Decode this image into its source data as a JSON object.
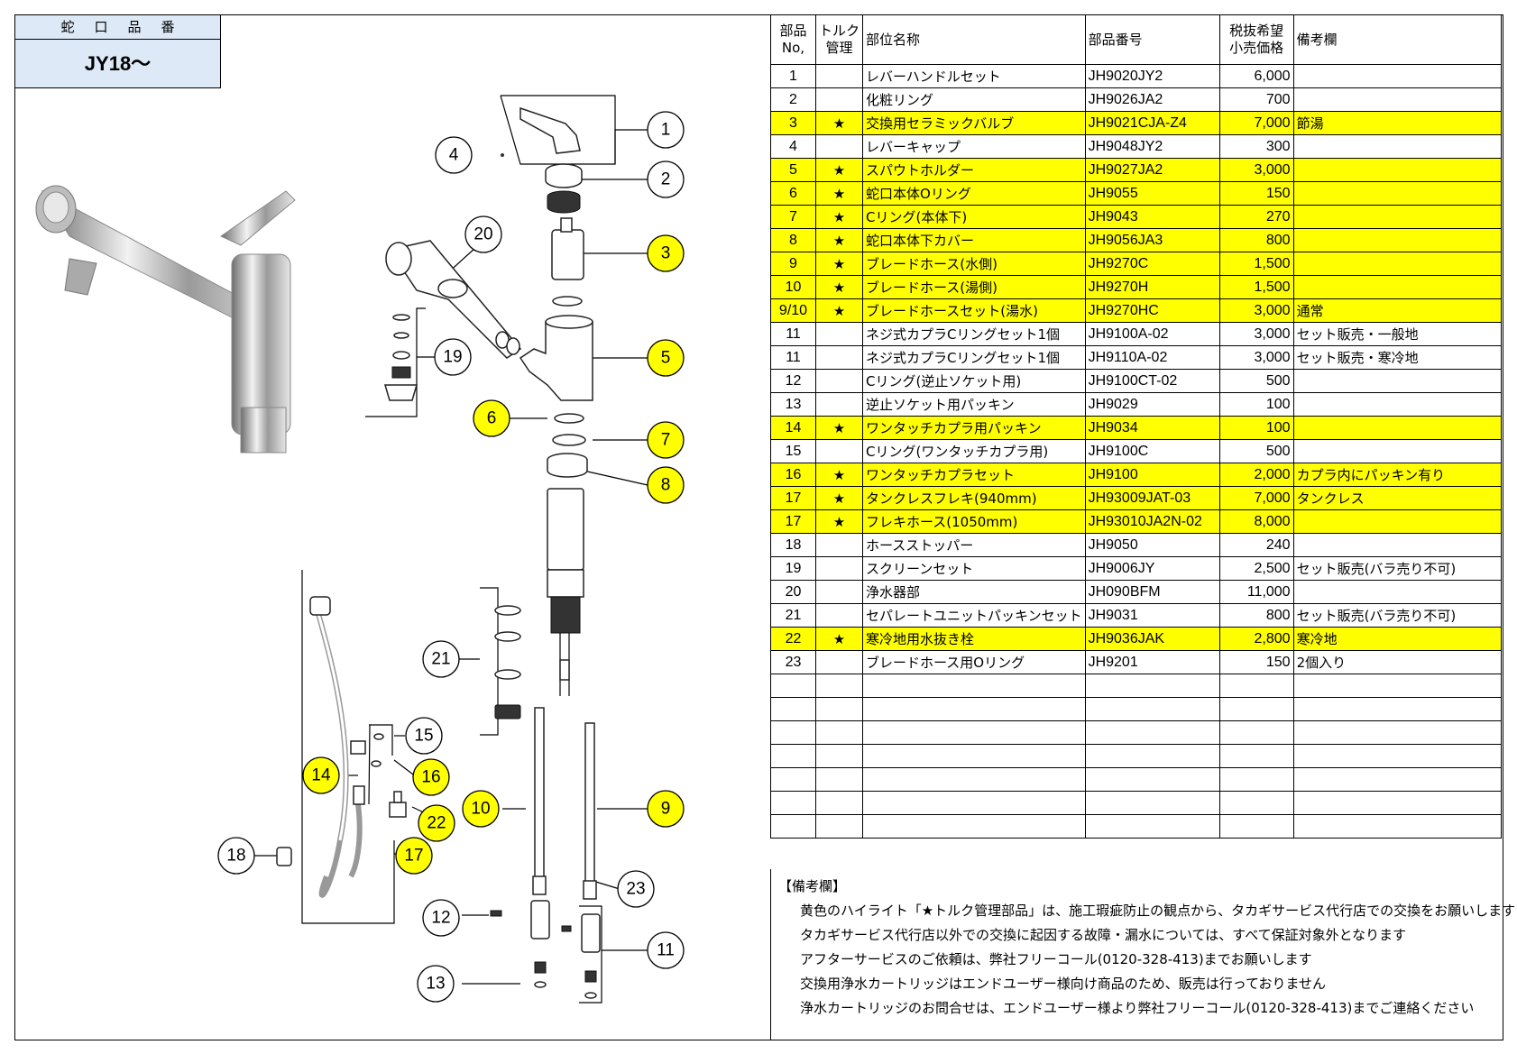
{
  "model": {
    "label": "蛇口品番",
    "value": "JY18～"
  },
  "table": {
    "headers": {
      "no": "部品No,",
      "torque": "トルク管理",
      "name": "部位名称",
      "part_number": "部品番号",
      "price": "税抜希望小売価格",
      "remarks": "備考欄"
    },
    "rows": [
      {
        "no": "1",
        "star": "",
        "name": "レバーハンドルセット",
        "pn": "JH9020JY2",
        "price": "6,000",
        "remark": "",
        "hl": false
      },
      {
        "no": "2",
        "star": "",
        "name": "化粧リング",
        "pn": "JH9026JA2",
        "price": "700",
        "remark": "",
        "hl": false
      },
      {
        "no": "3",
        "star": "★",
        "name": "交換用セラミックバルブ",
        "pn": "JH9021CJA-Z4",
        "price": "7,000",
        "remark": "節湯",
        "hl": true
      },
      {
        "no": "4",
        "star": "",
        "name": "レバーキャップ",
        "pn": "JH9048JY2",
        "price": "300",
        "remark": "",
        "hl": false
      },
      {
        "no": "5",
        "star": "★",
        "name": "スパウトホルダー",
        "pn": "JH9027JA2",
        "price": "3,000",
        "remark": "",
        "hl": true
      },
      {
        "no": "6",
        "star": "★",
        "name": "蛇口本体Oリング",
        "pn": "JH9055",
        "price": "150",
        "remark": "",
        "hl": true
      },
      {
        "no": "7",
        "star": "★",
        "name": "Cリング(本体下)",
        "pn": "JH9043",
        "price": "270",
        "remark": "",
        "hl": true
      },
      {
        "no": "8",
        "star": "★",
        "name": "蛇口本体下カバー",
        "pn": "JH9056JA3",
        "price": "800",
        "remark": "",
        "hl": true
      },
      {
        "no": "9",
        "star": "★",
        "name": "ブレードホース(水側)",
        "pn": "JH9270C",
        "price": "1,500",
        "remark": "",
        "hl": true
      },
      {
        "no": "10",
        "star": "★",
        "name": "ブレードホース(湯側)",
        "pn": "JH9270H",
        "price": "1,500",
        "remark": "",
        "hl": true
      },
      {
        "no": "9/10",
        "star": "★",
        "name": "ブレードホースセット(湯水)",
        "pn": "JH9270HC",
        "price": "3,000",
        "remark": "通常",
        "hl": true
      },
      {
        "no": "11",
        "star": "",
        "name": "ネジ式カプラCリングセット1個",
        "pn": "JH9100A-02",
        "price": "3,000",
        "remark": "セット販売・一般地",
        "hl": false
      },
      {
        "no": "11",
        "star": "",
        "name": "ネジ式カプラCリングセット1個",
        "pn": "JH9110A-02",
        "price": "3,000",
        "remark": "セット販売・寒冷地",
        "hl": false
      },
      {
        "no": "12",
        "star": "",
        "name": "Cリング(逆止ソケット用)",
        "pn": "JH9100CT-02",
        "price": "500",
        "remark": "",
        "hl": false
      },
      {
        "no": "13",
        "star": "",
        "name": "逆止ソケット用パッキン",
        "pn": "JH9029",
        "price": "100",
        "remark": "",
        "hl": false
      },
      {
        "no": "14",
        "star": "★",
        "name": "ワンタッチカプラ用パッキン",
        "pn": "JH9034",
        "price": "100",
        "remark": "",
        "hl": true
      },
      {
        "no": "15",
        "star": "",
        "name": "Cリング(ワンタッチカプラ用)",
        "pn": "JH9100C",
        "price": "500",
        "remark": "",
        "hl": false
      },
      {
        "no": "16",
        "star": "★",
        "name": "ワンタッチカプラセット",
        "pn": "JH9100",
        "price": "2,000",
        "remark": "カプラ内にパッキン有り",
        "hl": true
      },
      {
        "no": "17",
        "star": "★",
        "name": "タンクレスフレキ(940mm)",
        "pn": "JH93009JAT-03",
        "price": "7,000",
        "remark": "タンクレス",
        "hl": true
      },
      {
        "no": "17",
        "star": "★",
        "name": "フレキホース(1050mm)",
        "pn": "JH93010JA2N-02",
        "price": "8,000",
        "remark": "",
        "hl": true
      },
      {
        "no": "18",
        "star": "",
        "name": "ホースストッパー",
        "pn": "JH9050",
        "price": "240",
        "remark": "",
        "hl": false
      },
      {
        "no": "19",
        "star": "",
        "name": "スクリーンセット",
        "pn": "JH9006JY",
        "price": "2,500",
        "remark": "セット販売(バラ売り不可)",
        "hl": false
      },
      {
        "no": "20",
        "star": "",
        "name": "浄水器部",
        "pn": "JH090BFM",
        "price": "11,000",
        "remark": "",
        "hl": false
      },
      {
        "no": "21",
        "star": "",
        "name": "セパレートユニットパッキンセット",
        "pn": "JH9031",
        "price": "800",
        "remark": "セット販売(バラ売り不可)",
        "hl": false
      },
      {
        "no": "22",
        "star": "★",
        "name": "寒冷地用水抜き栓",
        "pn": "JH9036JAK",
        "price": "2,800",
        "remark": "寒冷地",
        "hl": true
      },
      {
        "no": "23",
        "star": "",
        "name": "ブレードホース用Oリング",
        "pn": "JH9201",
        "price": "150",
        "remark": "2個入り",
        "hl": false
      }
    ],
    "empty_rows": 7
  },
  "notes": {
    "title": "【備考欄】",
    "lines": [
      "黄色のハイライト「★トルク管理部品」は、施工瑕疵防止の観点から、タカギサービス代行店での交換をお願いします",
      "タカギサービス代行店以外での交換に起因する故障・漏水については、すべて保証対象外となります",
      "アフターサービスのご依頼は、弊社フリーコール(0120-328-413)までお願いします",
      "交換用浄水カートリッジはエンドユーザー様向け商品のため、販売は行っておりません",
      "浄水カートリッジのお問合せは、エンドユーザー様より弊社フリーコール(0120-328-413)までご連絡ください"
    ]
  },
  "callouts": [
    {
      "id": "1",
      "label": "1",
      "hl": false
    },
    {
      "id": "2",
      "label": "2",
      "hl": false
    },
    {
      "id": "3",
      "label": "3",
      "hl": true
    },
    {
      "id": "4",
      "label": "4",
      "hl": false
    },
    {
      "id": "5",
      "label": "5",
      "hl": true
    },
    {
      "id": "6",
      "label": "6",
      "hl": true
    },
    {
      "id": "7",
      "label": "7",
      "hl": true
    },
    {
      "id": "8",
      "label": "8",
      "hl": true
    },
    {
      "id": "9",
      "label": "9",
      "hl": true
    },
    {
      "id": "10",
      "label": "10",
      "hl": true
    },
    {
      "id": "11",
      "label": "11",
      "hl": false
    },
    {
      "id": "12",
      "label": "12",
      "hl": false
    },
    {
      "id": "13",
      "label": "13",
      "hl": false
    },
    {
      "id": "14",
      "label": "14",
      "hl": true
    },
    {
      "id": "15",
      "label": "15",
      "hl": false
    },
    {
      "id": "16",
      "label": "16",
      "hl": true
    },
    {
      "id": "17",
      "label": "17",
      "hl": true
    },
    {
      "id": "18",
      "label": "18",
      "hl": false
    },
    {
      "id": "19",
      "label": "19",
      "hl": false
    },
    {
      "id": "20",
      "label": "20",
      "hl": false
    },
    {
      "id": "21",
      "label": "21",
      "hl": false
    },
    {
      "id": "22",
      "label": "22",
      "hl": true
    },
    {
      "id": "23",
      "label": "23",
      "hl": false
    }
  ],
  "colors": {
    "highlight": "#ffff00",
    "header_bg": "#dde9f6"
  }
}
